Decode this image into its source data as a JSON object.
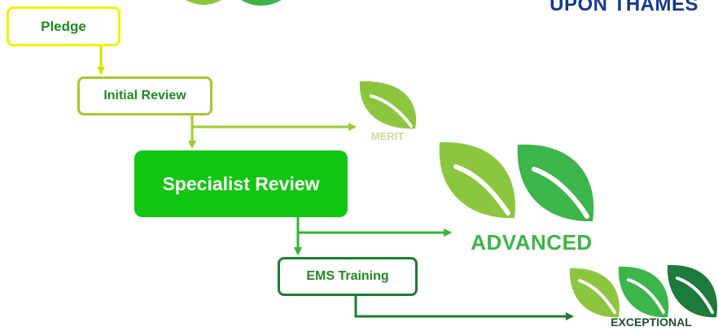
{
  "header": {
    "brand_text": "UPON THAMES"
  },
  "flow": {
    "pledge": "Pledge",
    "initial_review": "Initial Review",
    "specialist_review": "Specialist Review",
    "ems_training": "EMS Training"
  },
  "awards": {
    "merit": "MERIT",
    "advanced": "ADVANCED",
    "exceptional": "EXCEPTIONAL"
  },
  "colors": {
    "pledge_border": "#f2f200",
    "initial_border": "#a6c832",
    "specialist_fill": "#11c611",
    "ems_border": "#1b7f2e",
    "leaf_light": "#8cc63f",
    "leaf_mid": "#3cb54a",
    "leaf_dark": "#1c7a3a"
  }
}
